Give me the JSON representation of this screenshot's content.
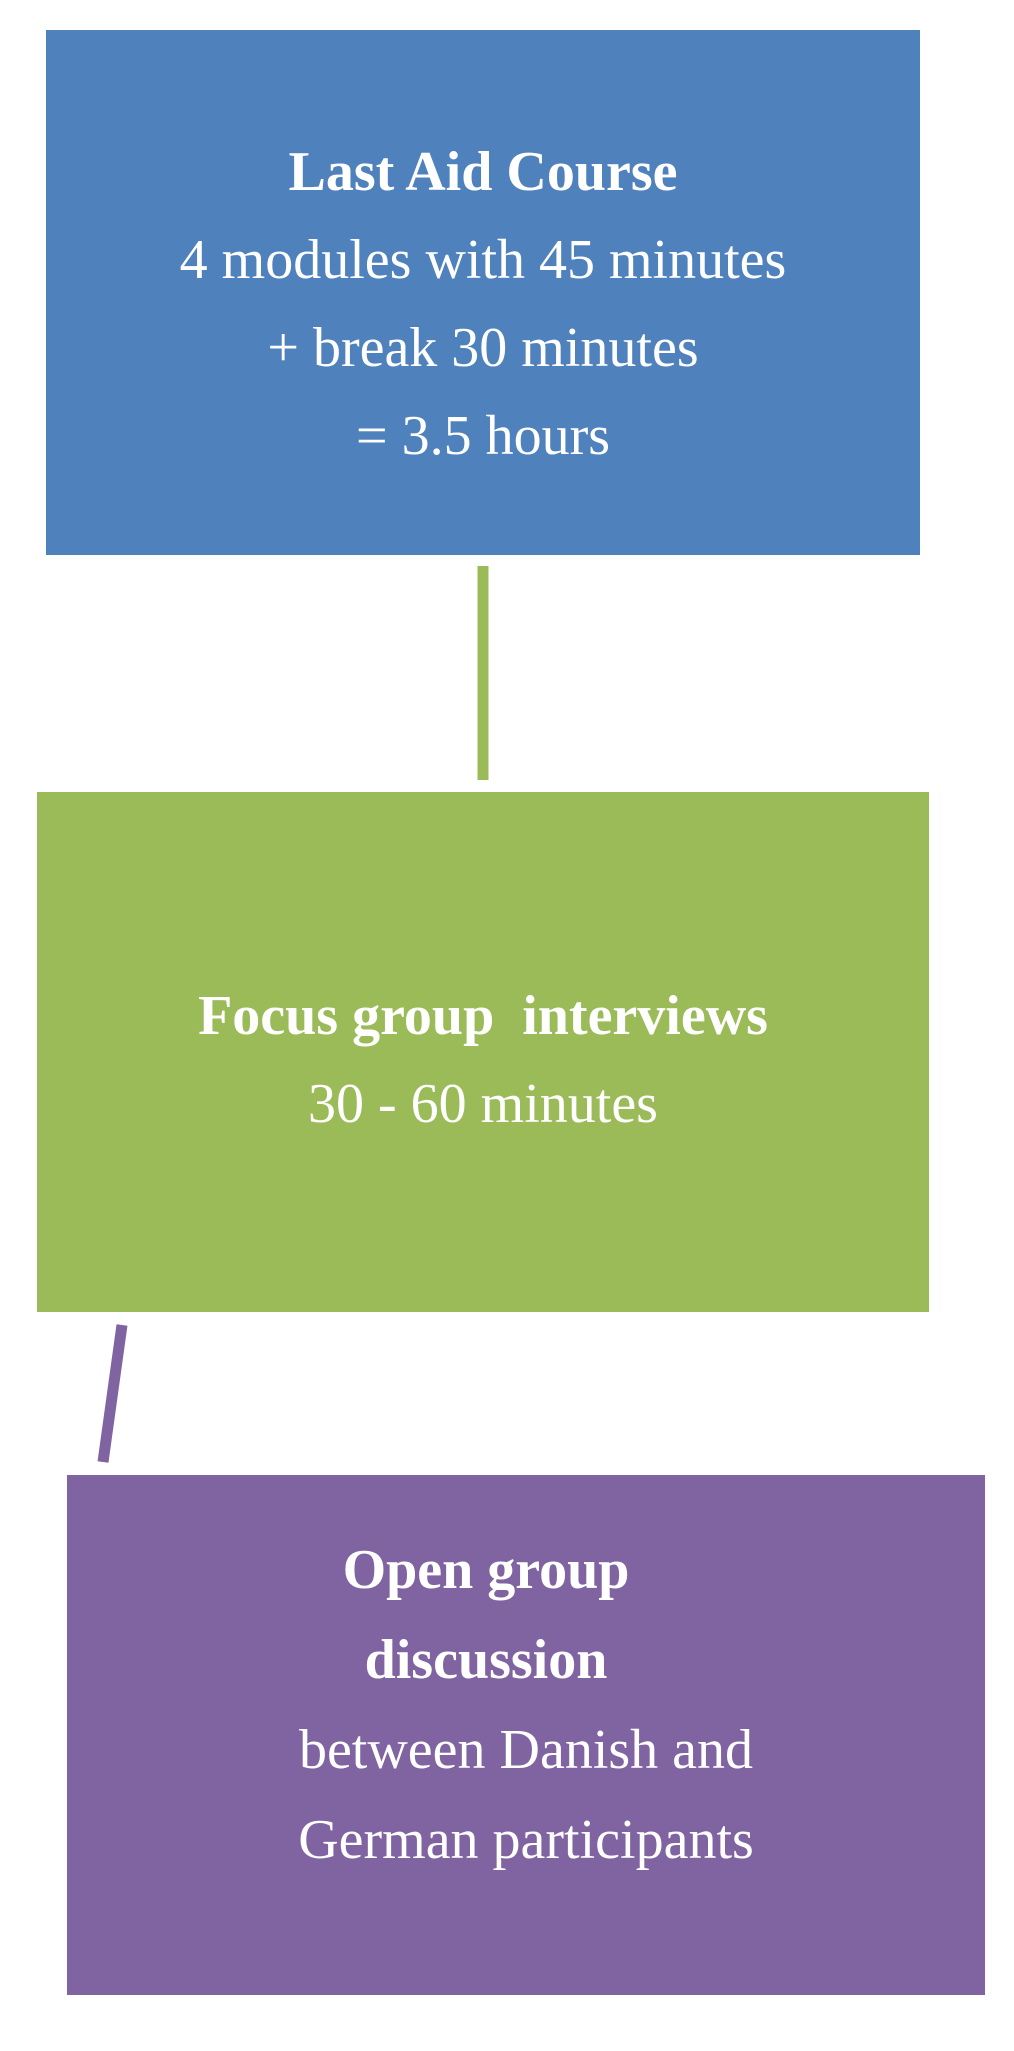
{
  "boxes": [
    {
      "title": "Last Aid Course",
      "lines": [
        "4 modules with 45 minutes",
        "+ break 30 minutes",
        "= 3.5 hours"
      ]
    },
    {
      "title": "Focus group  interviews",
      "lines": [
        "30 - 60 minutes"
      ]
    },
    {
      "title_lines": [
        "Open group",
        "discussion"
      ],
      "lines": [
        "between Danish and",
        "German participants"
      ]
    }
  ],
  "colors": {
    "box1": "#4f81bd",
    "box2": "#9bbb59",
    "box3": "#8064a2",
    "connector1": "#9bbb59",
    "connector2": "#8064a2",
    "text": "#ffffff"
  }
}
